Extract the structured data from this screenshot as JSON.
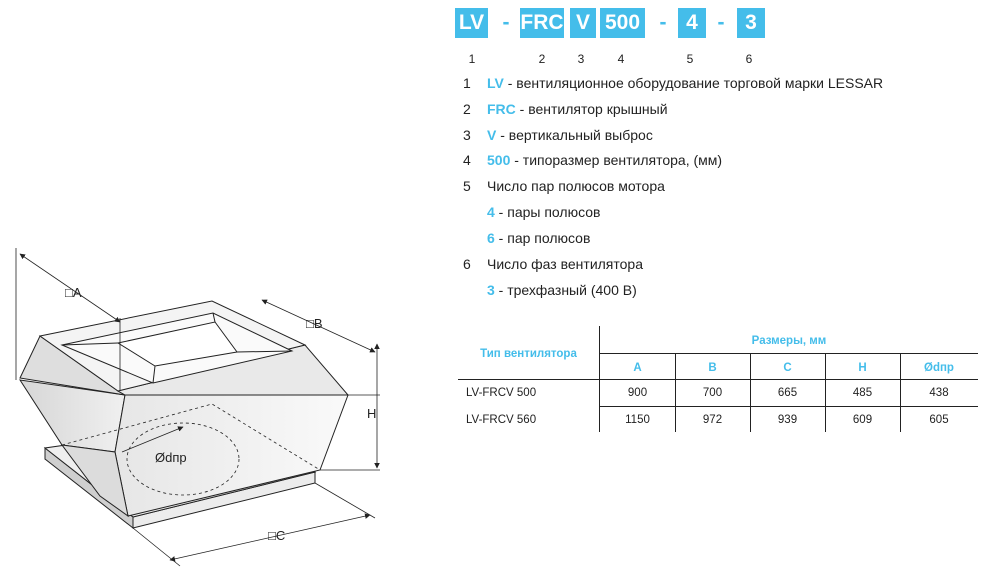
{
  "code": {
    "segments": [
      {
        "text": "LV",
        "num": "1"
      },
      {
        "text": "FRC",
        "num": "2"
      },
      {
        "text": "V",
        "num": "3"
      },
      {
        "text": "500",
        "num": "4"
      },
      {
        "text": "4",
        "num": "5"
      },
      {
        "text": "3",
        "num": "6"
      }
    ],
    "dash": "-"
  },
  "legend": [
    {
      "num": "1",
      "key": "LV",
      "text": " - вентиляционное оборудование торговой марки LESSAR"
    },
    {
      "num": "2",
      "key": "FRC",
      "text": " - вентилятор крышный"
    },
    {
      "num": "3",
      "key": "V",
      "text": " - вертикальный выброс"
    },
    {
      "num": "4",
      "key": "500",
      "text": " - типоразмер вентилятора, (мм)"
    },
    {
      "num": "5",
      "key": "",
      "text": "Число пар полюсов мотора"
    },
    {
      "num": "",
      "key": "4",
      "text": " - пары полюсов"
    },
    {
      "num": "",
      "key": "6",
      "text": " - пар полюсов"
    },
    {
      "num": "6",
      "key": "",
      "text": "Число фаз вентилятора"
    },
    {
      "num": "",
      "key": "3",
      "text": " - трехфазный (400 В)"
    }
  ],
  "table": {
    "type_header": "Тип вентилятора",
    "dims_header": "Размеры, мм",
    "columns": [
      "A",
      "B",
      "C",
      "H",
      "Ødпр"
    ],
    "rows": [
      {
        "name": "LV-FRCV 500",
        "values": [
          "900",
          "700",
          "665",
          "485",
          "438"
        ]
      },
      {
        "name": "LV-FRCV 560",
        "values": [
          "1150",
          "972",
          "939",
          "609",
          "605"
        ]
      }
    ]
  },
  "drawing": {
    "labels": {
      "a": "□A",
      "b": "□B",
      "c": "□C",
      "h": "H",
      "d": "Ødпр"
    }
  },
  "colors": {
    "accent": "#44bdea",
    "box_text": "#ffffff",
    "line": "#222222"
  }
}
